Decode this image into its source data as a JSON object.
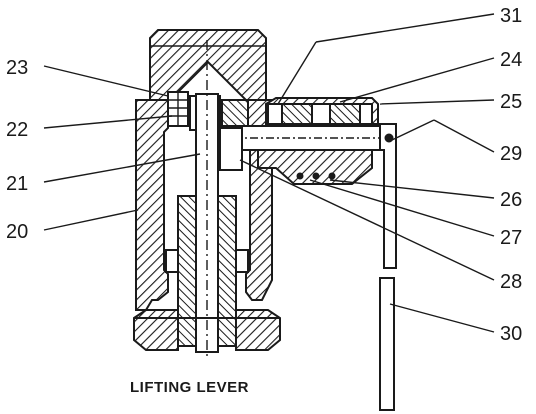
{
  "caption": "LIFTING LEVER",
  "callouts": [
    "20",
    "21",
    "22",
    "23",
    "24",
    "25",
    "26",
    "27",
    "28",
    "29",
    "30",
    "31"
  ]
}
